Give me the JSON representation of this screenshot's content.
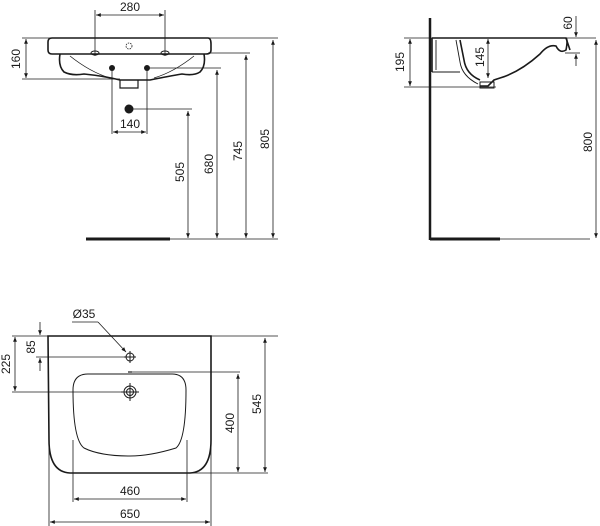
{
  "drawing": {
    "colors": {
      "line": "#1a1a1a",
      "background": "#ffffff"
    },
    "front_view": {
      "dims": {
        "tap_hole_spacing": "280",
        "basin_height": "160",
        "waste_spacing": "140",
        "waste_height": "505",
        "trap_height": "680",
        "underside_height": "745",
        "rim_height": "805"
      }
    },
    "side_view": {
      "dims": {
        "overall_depth": "195",
        "bowl_depth": "145",
        "front_lip": "60",
        "rim_height": "800"
      }
    },
    "plan_view": {
      "dims": {
        "tap_hole_diameter": "Ø35",
        "tap_hole_offset": "85",
        "waste_offset": "225",
        "bowl_depth": "400",
        "overall_depth": "545",
        "bowl_width": "460",
        "overall_width": "650"
      }
    }
  }
}
